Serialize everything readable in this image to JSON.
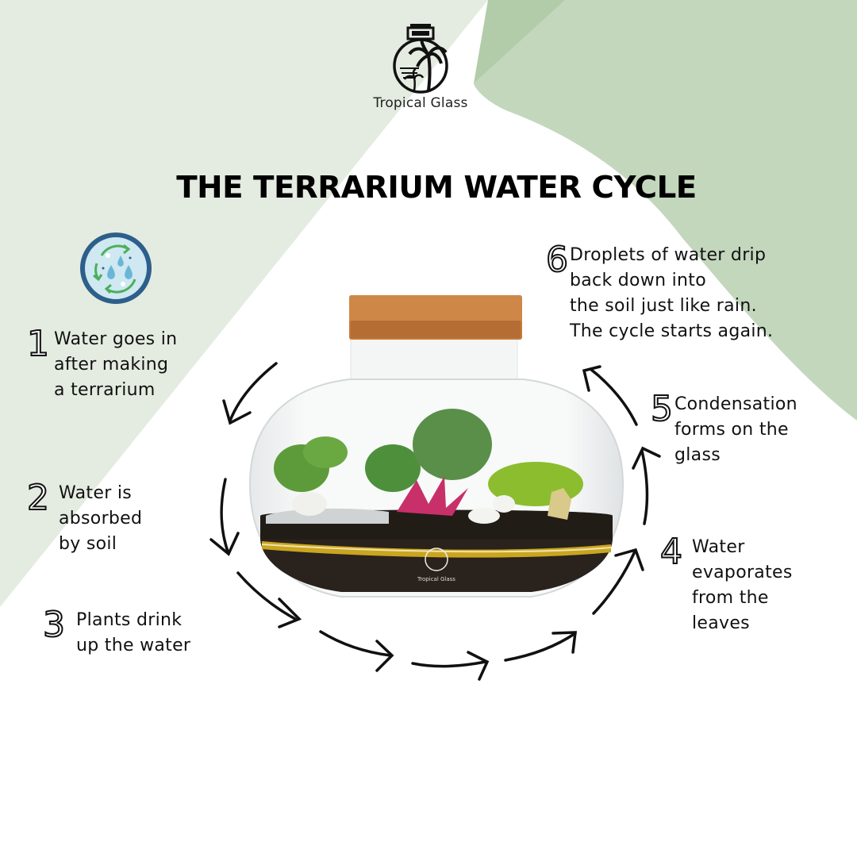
{
  "brand": {
    "name": "Tropical Glass"
  },
  "title": "THE TERRARIUM WATER CYCLE",
  "icon": {
    "name": "water-cycle-icon"
  },
  "steps": [
    {
      "number": "1",
      "lines": [
        "Water goes in",
        "after making",
        "a terrarium"
      ]
    },
    {
      "number": "2",
      "lines": [
        "Water is",
        "absorbed",
        "by soil"
      ]
    },
    {
      "number": "3",
      "lines": [
        "Plants drink",
        "up the water"
      ]
    },
    {
      "number": "4",
      "lines": [
        "Water",
        "evaporates",
        "from the",
        "leaves"
      ]
    },
    {
      "number": "5",
      "lines": [
        "Condensation",
        "forms on the",
        "glass"
      ]
    },
    {
      "number": "6",
      "lines": [
        "Droplets of water drip",
        "back down into",
        "the soil just like rain.",
        "The cycle starts again."
      ]
    }
  ],
  "jar_label": "Tropical Glass",
  "colors": {
    "light_green": "#e4ece1",
    "mid_green": "#c3d7bd",
    "overlap_green": "#b2cca9",
    "icon_ring": "#2e5f8a",
    "icon_fill": "#cfe8f1",
    "icon_arrows": "#4caf5a",
    "cork": "#c77a3a",
    "text": "#111111"
  }
}
